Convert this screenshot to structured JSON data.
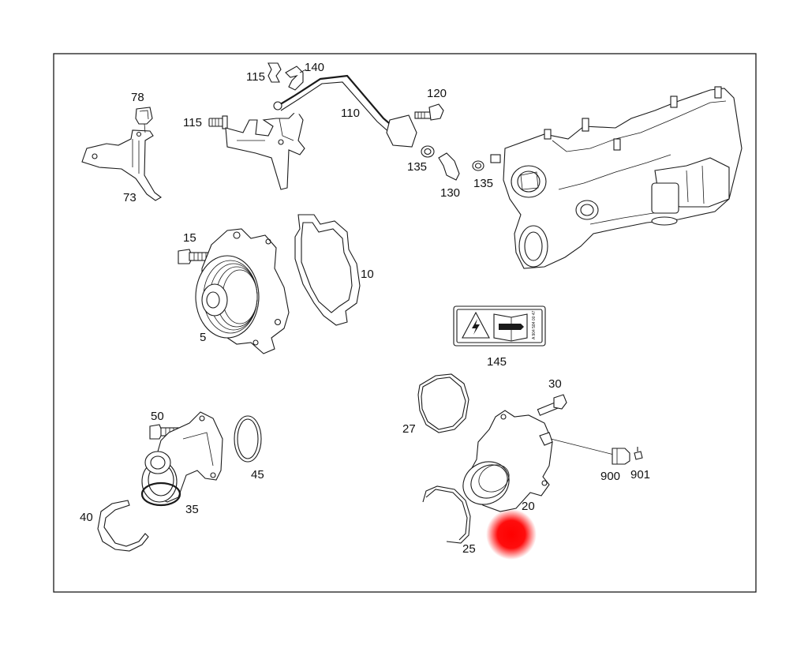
{
  "labels": {
    "l115a": "115",
    "l140": "140",
    "l110": "110",
    "l120": "120",
    "l78": "78",
    "l115b": "115",
    "l135a": "135",
    "l135b": "135",
    "l130": "130",
    "l73": "73",
    "l15": "15",
    "l10": "10",
    "l5": "5",
    "l145": "145",
    "l30": "30",
    "l27": "27",
    "l50": "50",
    "l45": "45",
    "l35": "35",
    "l40": "40",
    "l900": "900",
    "l901": "901",
    "l20": "20",
    "l25": "25"
  },
  "warning_label_text": "A 904 584 00 47",
  "colors": {
    "frame": "#1a1a1a",
    "line": "#1a1a1a",
    "background": "#ffffff",
    "marker": "#ff0000"
  },
  "icons": [
    "high-voltage-warning-icon",
    "wrench-manual-icon"
  ]
}
